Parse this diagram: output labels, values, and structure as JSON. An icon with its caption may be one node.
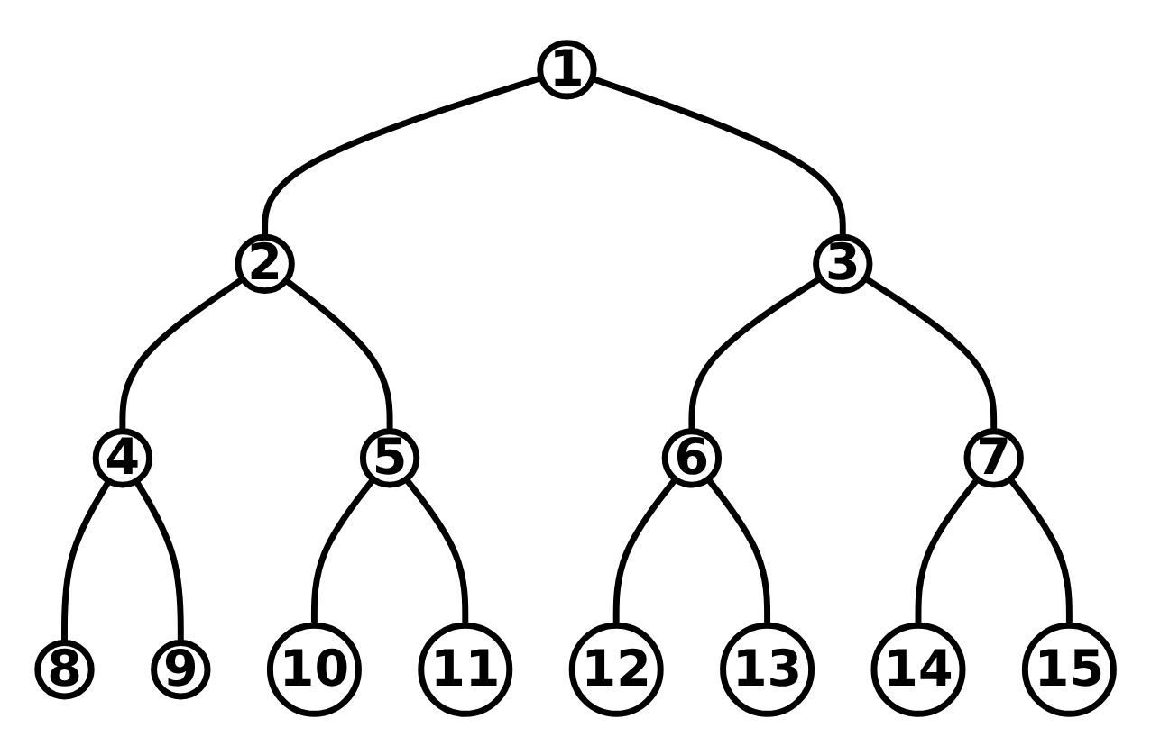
{
  "diagram": {
    "nodes": [
      {
        "text": [
          "1"
        ]
      },
      {
        "text": [
          "2"
        ]
      },
      {
        "text": [
          "3"
        ]
      },
      {
        "text": [
          "4"
        ]
      },
      {
        "text": [
          "5"
        ]
      },
      {
        "text": [
          "6"
        ]
      },
      {
        "text": [
          "7"
        ]
      },
      {
        "text": [
          "8"
        ]
      },
      {
        "text": [
          "9"
        ]
      },
      {
        "text": [
          "10"
        ]
      },
      {
        "text": [
          "11"
        ]
      },
      {
        "text": [
          "12"
        ]
      },
      {
        "text": [
          "13"
        ]
      },
      {
        "text": [
          "14"
        ]
      },
      {
        "text": [
          "15"
        ]
      }
    ],
    "edges": [
      {
        "from": 0,
        "to": 1,
        "arrow": "none"
      },
      {
        "from": 0,
        "to": 2,
        "arrow": "none"
      },
      {
        "from": 1,
        "to": 3,
        "arrow": "none"
      },
      {
        "from": 1,
        "to": 4,
        "arrow": "none"
      },
      {
        "from": 2,
        "to": 5,
        "arrow": "none"
      },
      {
        "from": 2,
        "to": 6,
        "arrow": "none"
      },
      {
        "from": 3,
        "to": 7,
        "arrow": "none"
      },
      {
        "from": 3,
        "to": 8,
        "arrow": "none"
      },
      {
        "from": 4,
        "to": 9,
        "arrow": "none"
      },
      {
        "from": 4,
        "to": 10,
        "arrow": "none"
      },
      {
        "from": 5,
        "to": 11,
        "arrow": "none"
      },
      {
        "from": 5,
        "to": 12,
        "arrow": "none"
      },
      {
        "from": 6,
        "to": 13,
        "arrow": "none"
      },
      {
        "from": 6,
        "to": 14,
        "arrow": "none"
      }
    ]
  }
}
